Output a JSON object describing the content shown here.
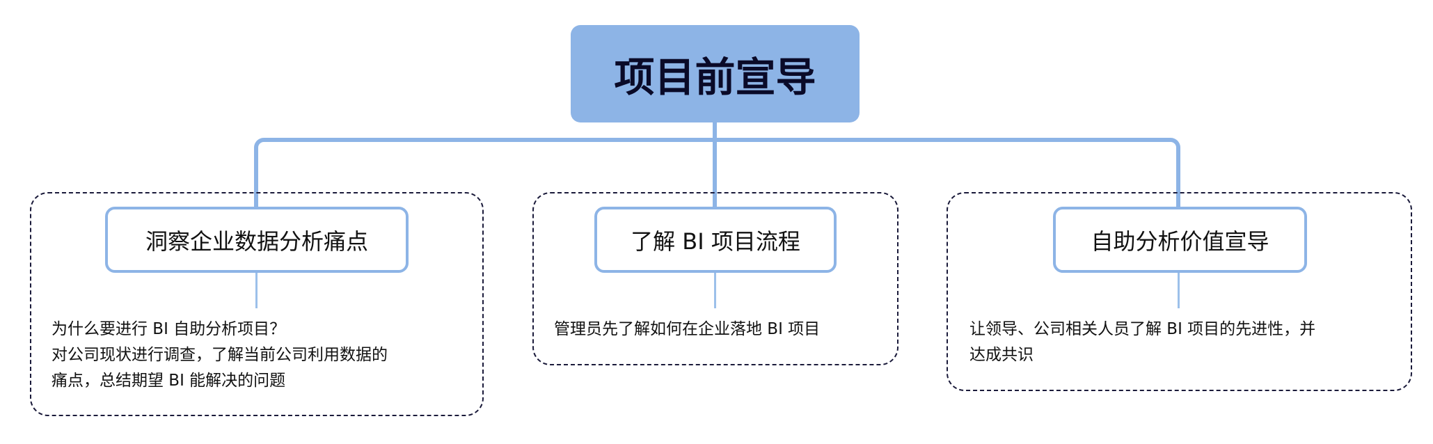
{
  "root": {
    "title": "项目前宣导"
  },
  "branches": [
    {
      "title": "洞察企业数据分析痛点",
      "description": "为什么要进行 BI 自助分析项目？\n对公司现状进行调查，了解当前公司利用数据的\n痛点，总结期望 BI 能解决的问题"
    },
    {
      "title": "了解 BI 项目流程",
      "description": "管理员先了解如何在企业落地 BI 项目"
    },
    {
      "title": "自助分析价值宣导",
      "description": "让领导、公司相关人员了解 BI 项目的先进性，并\n达成共识"
    }
  ],
  "colors": {
    "node": "#8db4e6",
    "dash": "#1a1a3a"
  }
}
